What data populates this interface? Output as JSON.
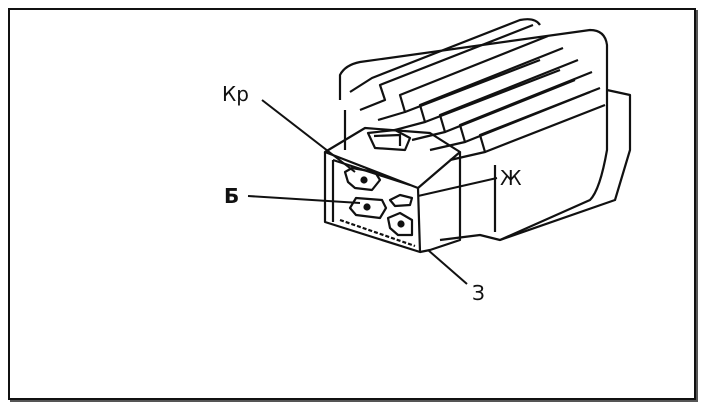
{
  "labels": {
    "kr": "Кр",
    "b": "Б",
    "zh": "Ж",
    "z": "З"
  }
}
